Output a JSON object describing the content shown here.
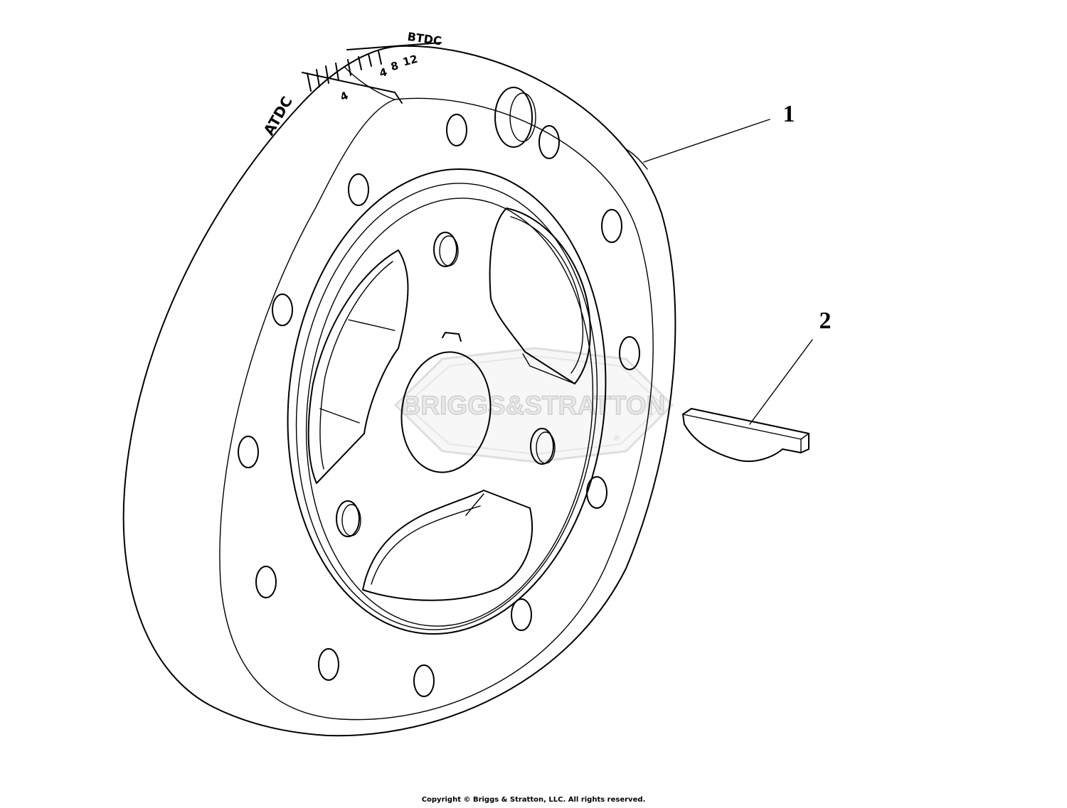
{
  "diagram": {
    "callouts": [
      {
        "label": "1",
        "part": "damper pulley"
      },
      {
        "label": "2",
        "part": "woodruff key"
      }
    ],
    "timing_marks": {
      "left_label": "ATDC",
      "right_label": "BTDC",
      "numbers_left": [
        "4"
      ],
      "numbers_right": [
        "4",
        "8",
        "12"
      ]
    },
    "watermark": "BRIGGS&STRATTON",
    "watermark_mark": "®"
  },
  "footer": {
    "copyright": "Copyright © Briggs & Stratton, LLC. All rights reserved."
  }
}
